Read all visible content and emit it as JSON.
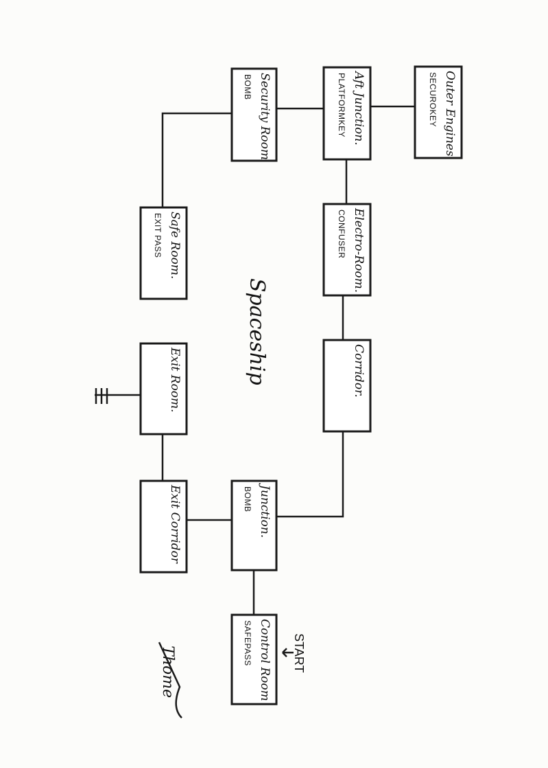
{
  "title": "Spaceship",
  "start_label": "START",
  "signature": "Thome",
  "rooms": {
    "outer_engines": {
      "title": "Outer Engines",
      "item": "SECUROKEY"
    },
    "aft_junction": {
      "title": "Aft Junction.",
      "item": "PLATFORMKEY"
    },
    "security_room": {
      "title": "Security Room",
      "item": "BOMB"
    },
    "safe_room": {
      "title": "Safe Room.",
      "item": "EXIT PASS"
    },
    "electro_room": {
      "title": "Electro-Room.",
      "item": "CONFUSER"
    },
    "corridor": {
      "title": "Corridor."
    },
    "exit_room": {
      "title": "Exit Room."
    },
    "junction": {
      "title": "Junction.",
      "item": "BOMB"
    },
    "exit_corridor": {
      "title": "Exit Corridor"
    },
    "control_room": {
      "title": "Control Room",
      "item": "SAFEPASS"
    }
  }
}
